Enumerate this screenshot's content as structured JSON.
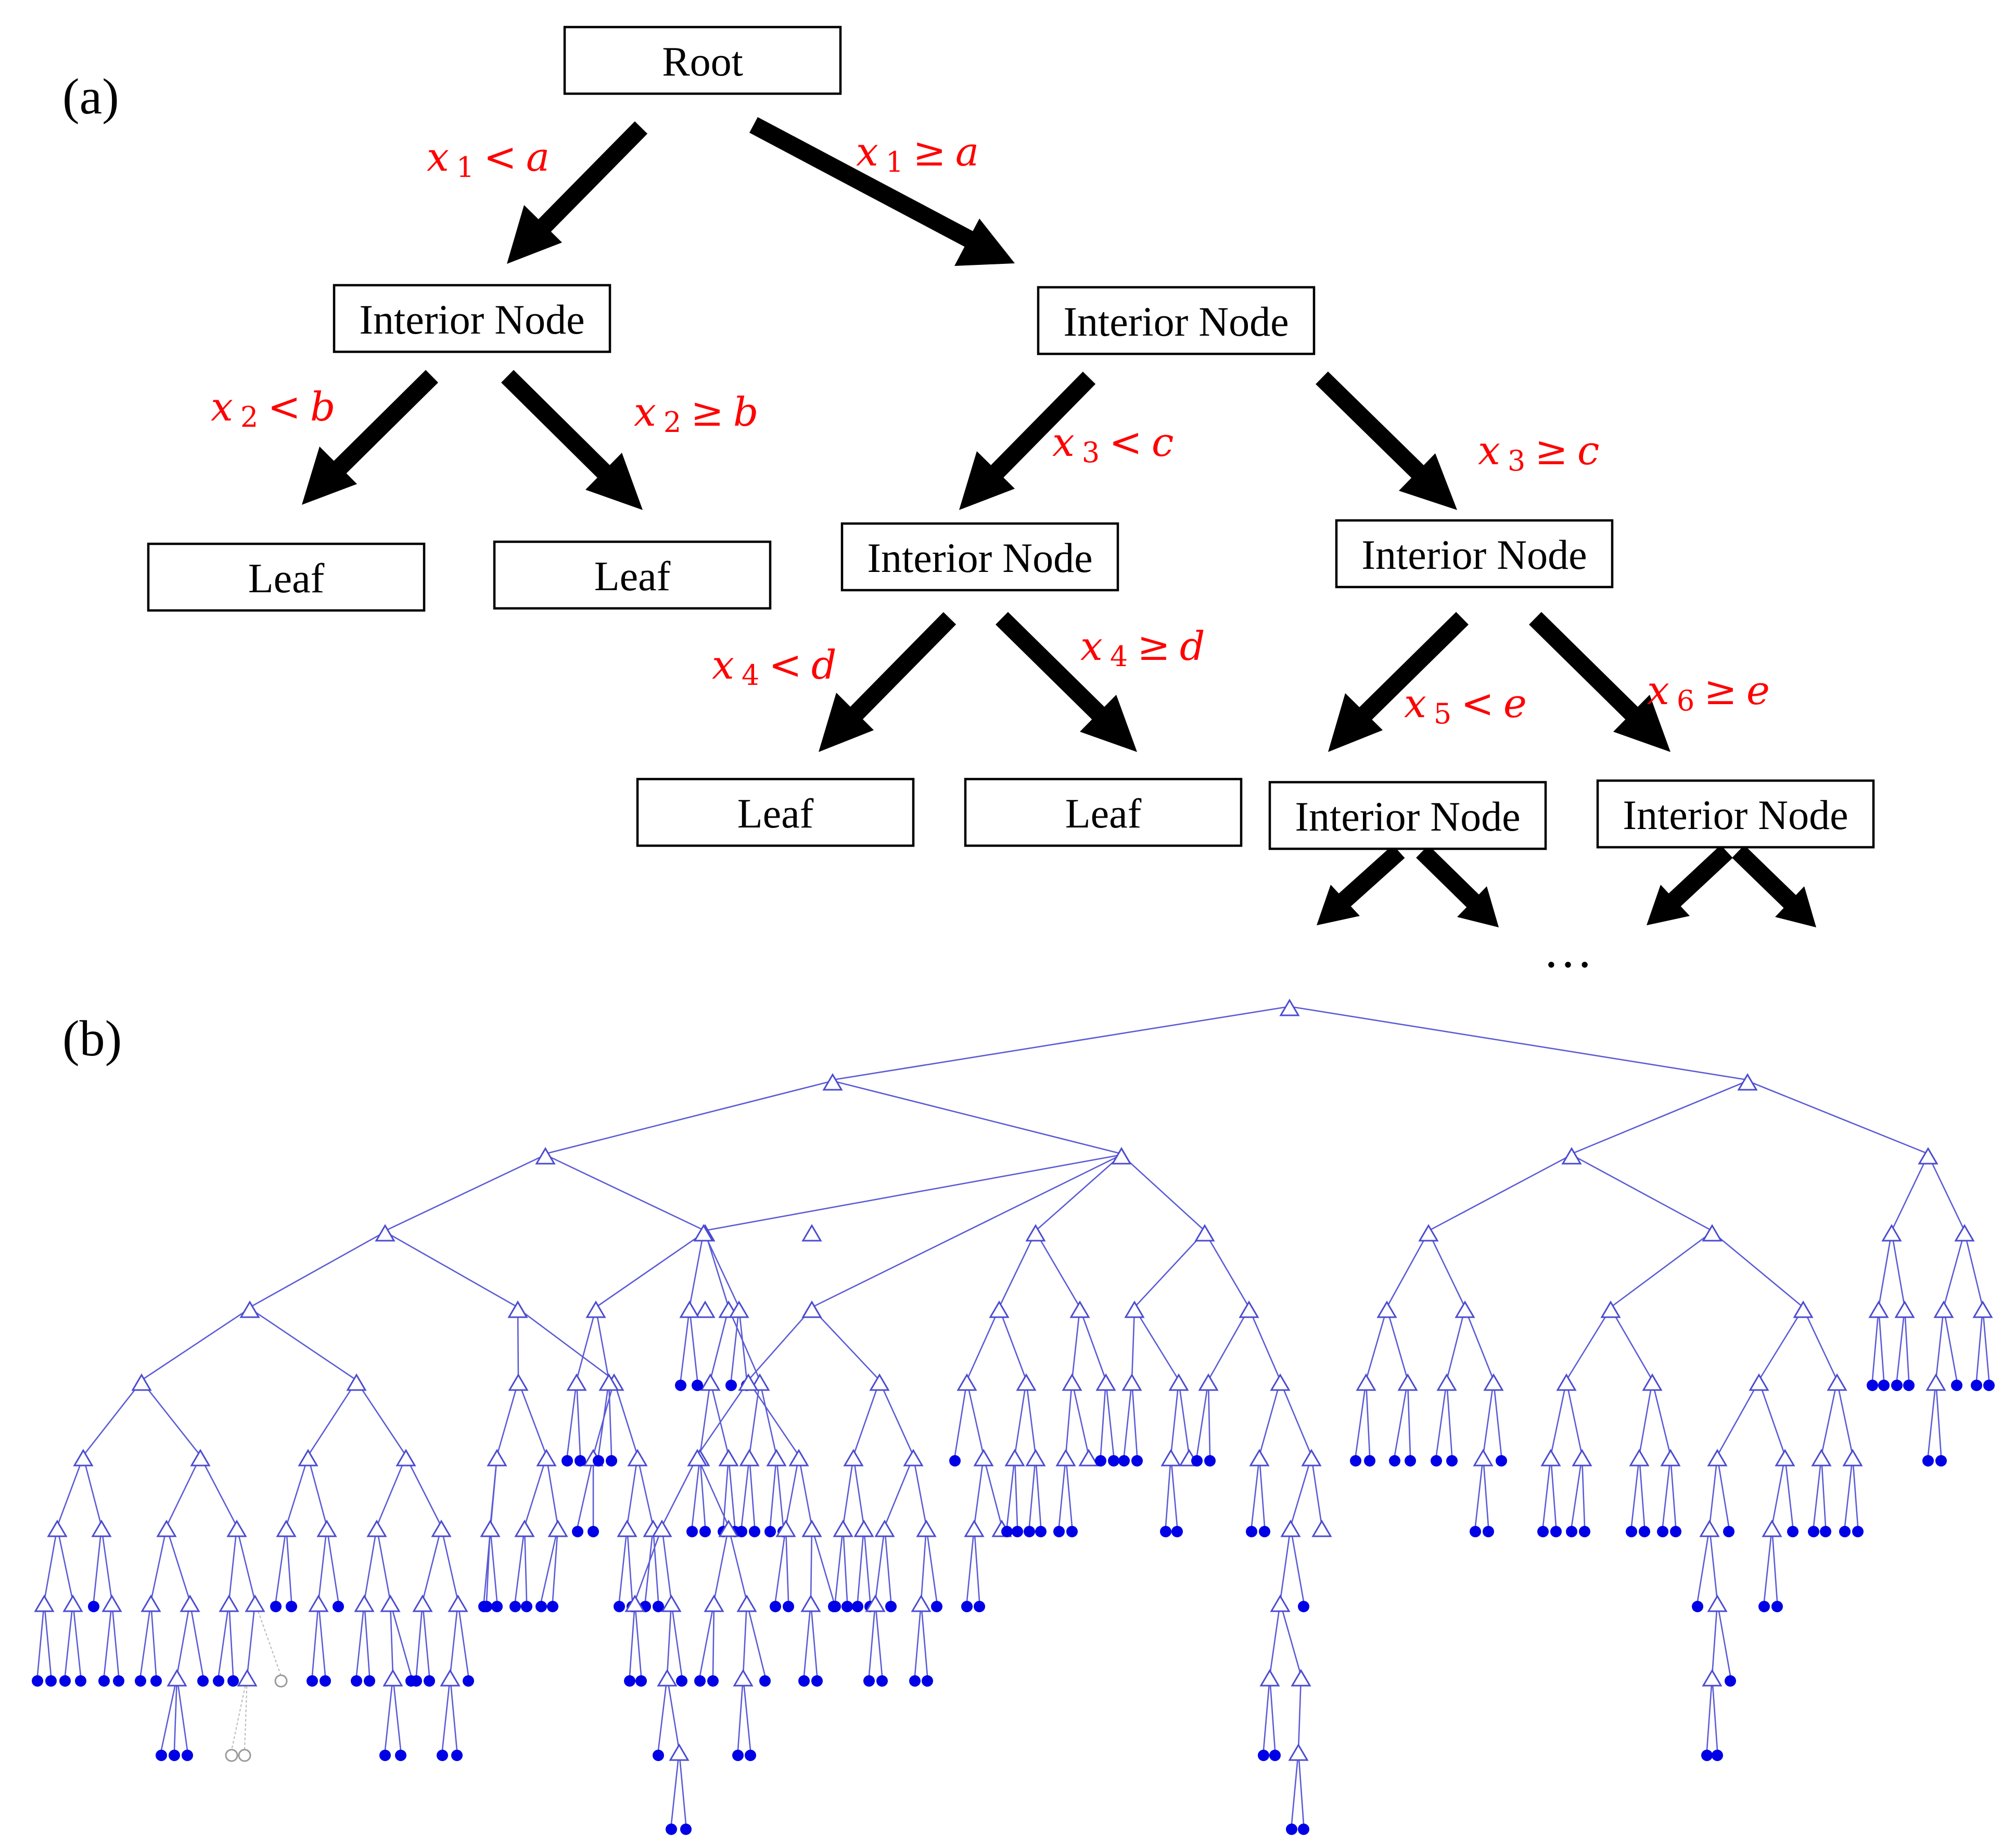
{
  "panel_a": {
    "label": "(a)",
    "nodes": {
      "root": "Root",
      "interior": "Interior Node",
      "leaf": "Leaf"
    },
    "conditions": [
      {
        "var": "x",
        "sub": "1",
        "op": "<",
        "rhs": "a"
      },
      {
        "var": "x",
        "sub": "1",
        "op": "≥",
        "rhs": "a"
      },
      {
        "var": "x",
        "sub": "2",
        "op": "<",
        "rhs": "b"
      },
      {
        "var": "x",
        "sub": "2",
        "op": "≥",
        "rhs": "b"
      },
      {
        "var": "x",
        "sub": "3",
        "op": "<",
        "rhs": "c"
      },
      {
        "var": "x",
        "sub": "3",
        "op": "≥",
        "rhs": "c"
      },
      {
        "var": "x",
        "sub": "4",
        "op": "<",
        "rhs": "d"
      },
      {
        "var": "x",
        "sub": "4",
        "op": "≥",
        "rhs": "d"
      },
      {
        "var": "x",
        "sub": "5",
        "op": "<",
        "rhs": "e"
      },
      {
        "var": "x",
        "sub": "6",
        "op": "≥",
        "rhs": "e"
      }
    ],
    "ellipsis": "…"
  },
  "panel_b": {
    "label": "(b)",
    "colors": {
      "edge": "#5b5bd6",
      "interior_node": "#4b4bd0",
      "leaf_node": "#0000e6",
      "pruned_node": "#9a9a9a"
    },
    "interior_node_shape": "open-triangle",
    "leaf_node_shape": "filled-circle",
    "pruned_node_shape": "open-circle"
  }
}
